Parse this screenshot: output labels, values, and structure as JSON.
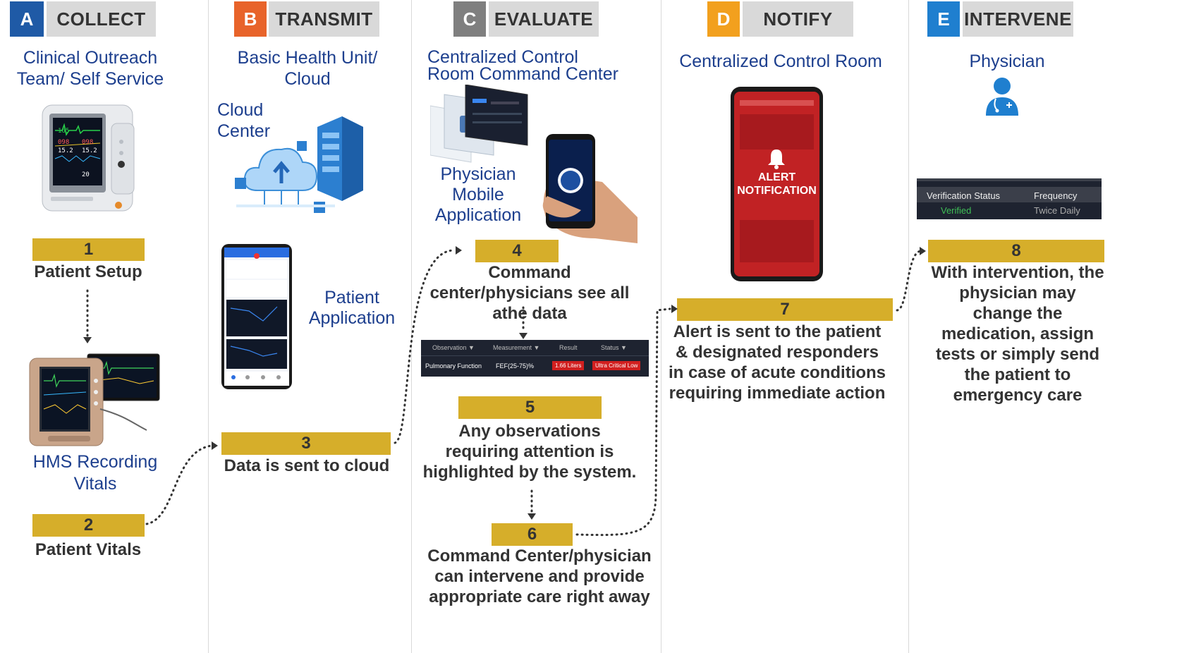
{
  "columns": [
    {
      "letter": "A",
      "name": "COLLECT",
      "color": "#1f5aa6"
    },
    {
      "letter": "B",
      "name": "TRANSMIT",
      "color": "#e8632a"
    },
    {
      "letter": "C",
      "name": "EVALUATE",
      "color": "#7f7f7f"
    },
    {
      "letter": "D",
      "name": "NOTIFY",
      "color": "#f2a01e"
    },
    {
      "letter": "E",
      "name": "INTERVENE",
      "color": "#1f7fcf"
    }
  ],
  "labels": {
    "a_source": "Clinical Outreach Team/ Self Service",
    "a_device": "HMS Recording Vitals",
    "b_source": "Basic Health Unit/ Cloud",
    "b_cloud": "Cloud Center",
    "b_app": "Patient Application",
    "c_source": "Centralized Control Room Command Center",
    "c_app": "Physician Mobile Application",
    "d_source": "Centralized Control Room",
    "d_alert": "ALERT NOTIFICATION",
    "e_source": "Physician"
  },
  "steps": [
    {
      "num": "1",
      "text": "Patient Setup"
    },
    {
      "num": "2",
      "text": "Patient Vitals"
    },
    {
      "num": "3",
      "text": "Data is sent to cloud"
    },
    {
      "num": "4",
      "text": "Command center/physicians see all athe data"
    },
    {
      "num": "5",
      "text": "Any observations requiring attention is highlighted by the system."
    },
    {
      "num": "6",
      "text": "Command Center/physician can intervene and provide appropriate care right away"
    },
    {
      "num": "7",
      "text": "Alert is sent to the patient & designated responders in case of acute conditions requiring immediate action"
    },
    {
      "num": "8",
      "text": "With intervention, the physician may change the medication, assign tests or simply send the patient to emergency care"
    }
  ],
  "observation_table": {
    "headers": [
      "Observation ▼",
      "Measurement ▼",
      "Result",
      "Status ▼"
    ],
    "row": [
      "Pulmonary Function",
      "FEF(25-75)%",
      "1.66 Liters",
      "Ultra Critical Low"
    ]
  },
  "verification_table": {
    "headers": [
      "Verification Status",
      "Frequency"
    ],
    "row": [
      "Verified",
      "Twice Daily"
    ]
  },
  "monitor_readings": [
    "165",
    "098",
    "15.2",
    "15.2",
    "098",
    "20"
  ]
}
